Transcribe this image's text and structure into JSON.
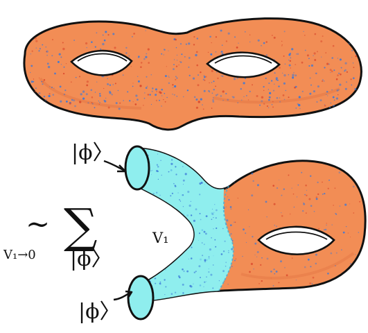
{
  "figure": {
    "colors": {
      "surface_orange": "#f28d55",
      "surface_cyan": "#8feeee",
      "speckle_blue": "#3a78d8",
      "speckle_red": "#d8452a",
      "outline": "#111111"
    },
    "top_surface": {
      "type": "genus-2 closed surface",
      "holes": 2
    },
    "bottom_surface": {
      "type": "surface with one hole and two boundary circles",
      "holes": 1,
      "boundary_circles": 2
    },
    "labels": {
      "ket_top": "|ϕ〉",
      "ket_middle": "|ϕ〉",
      "ket_bottom": "|ϕ〉",
      "vertex": "V₁",
      "limit": "V₁→0",
      "approx": "∼",
      "sum": "∑"
    }
  }
}
